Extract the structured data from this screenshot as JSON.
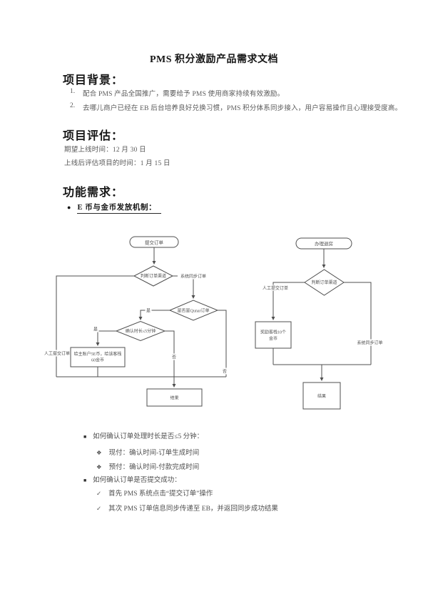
{
  "doc": {
    "title": "PMS 积分激励产品需求文档"
  },
  "background": {
    "heading": "项目背景：",
    "items": [
      {
        "num": "1.",
        "text": "配合 PMS 产品全国推广，需要给予 PMS 使用商家持续有效激励。"
      },
      {
        "num": "2.",
        "text": "去哪儿商户已经在 EB 后台培养良好兑换习惯，PMS 积分体系同步接入，用户容易操作且心理接受度高。"
      }
    ]
  },
  "evaluation": {
    "heading": "项目评估：",
    "lines": [
      "期望上线时间：12 月 30 日",
      "上线后评估项目的时间：1 月 15 日"
    ]
  },
  "requirements": {
    "heading": "功能需求：",
    "bullet_marker": "●",
    "bullet_text": "E 币与金币发放机制："
  },
  "flow_left": {
    "start": "提交订单",
    "decision_channel": "判断订单渠道",
    "decision_qunar": "是否是Qunar订单",
    "decision_time": "确认时长≤5分钟",
    "reward_line1": "给主账户5E币，给该客栈",
    "reward_line2": "60金币",
    "end": "结果",
    "label_manual": "人工提交订单",
    "label_sync": "系统同步订单",
    "yes": "是",
    "no": "否"
  },
  "flow_right": {
    "start": "办理退房",
    "decision_channel": "判断订单渠道",
    "reward_line1": "奖励客栈10个",
    "reward_line2": "金币",
    "end": "结果",
    "label_manual": "人工提交订单",
    "label_sync": "系统同步订单"
  },
  "notes": [
    {
      "marker": "■",
      "text": "如何确认订单处理时长是否≤5 分钟："
    },
    {
      "marker": "❖",
      "text": "现付：确认时间-订单生成时间"
    },
    {
      "marker": "❖",
      "text": "预付：确认时间-付款完成时间"
    },
    {
      "marker": "■",
      "text": "如何确认订单是否提交成功："
    },
    {
      "marker": "✓",
      "text": "首先 PMS 系统点击“提交订单”操作"
    },
    {
      "marker": "✓",
      "text": "其次 PMS 订单信息同步传递至 EB，并返回同步成功结果"
    }
  ]
}
